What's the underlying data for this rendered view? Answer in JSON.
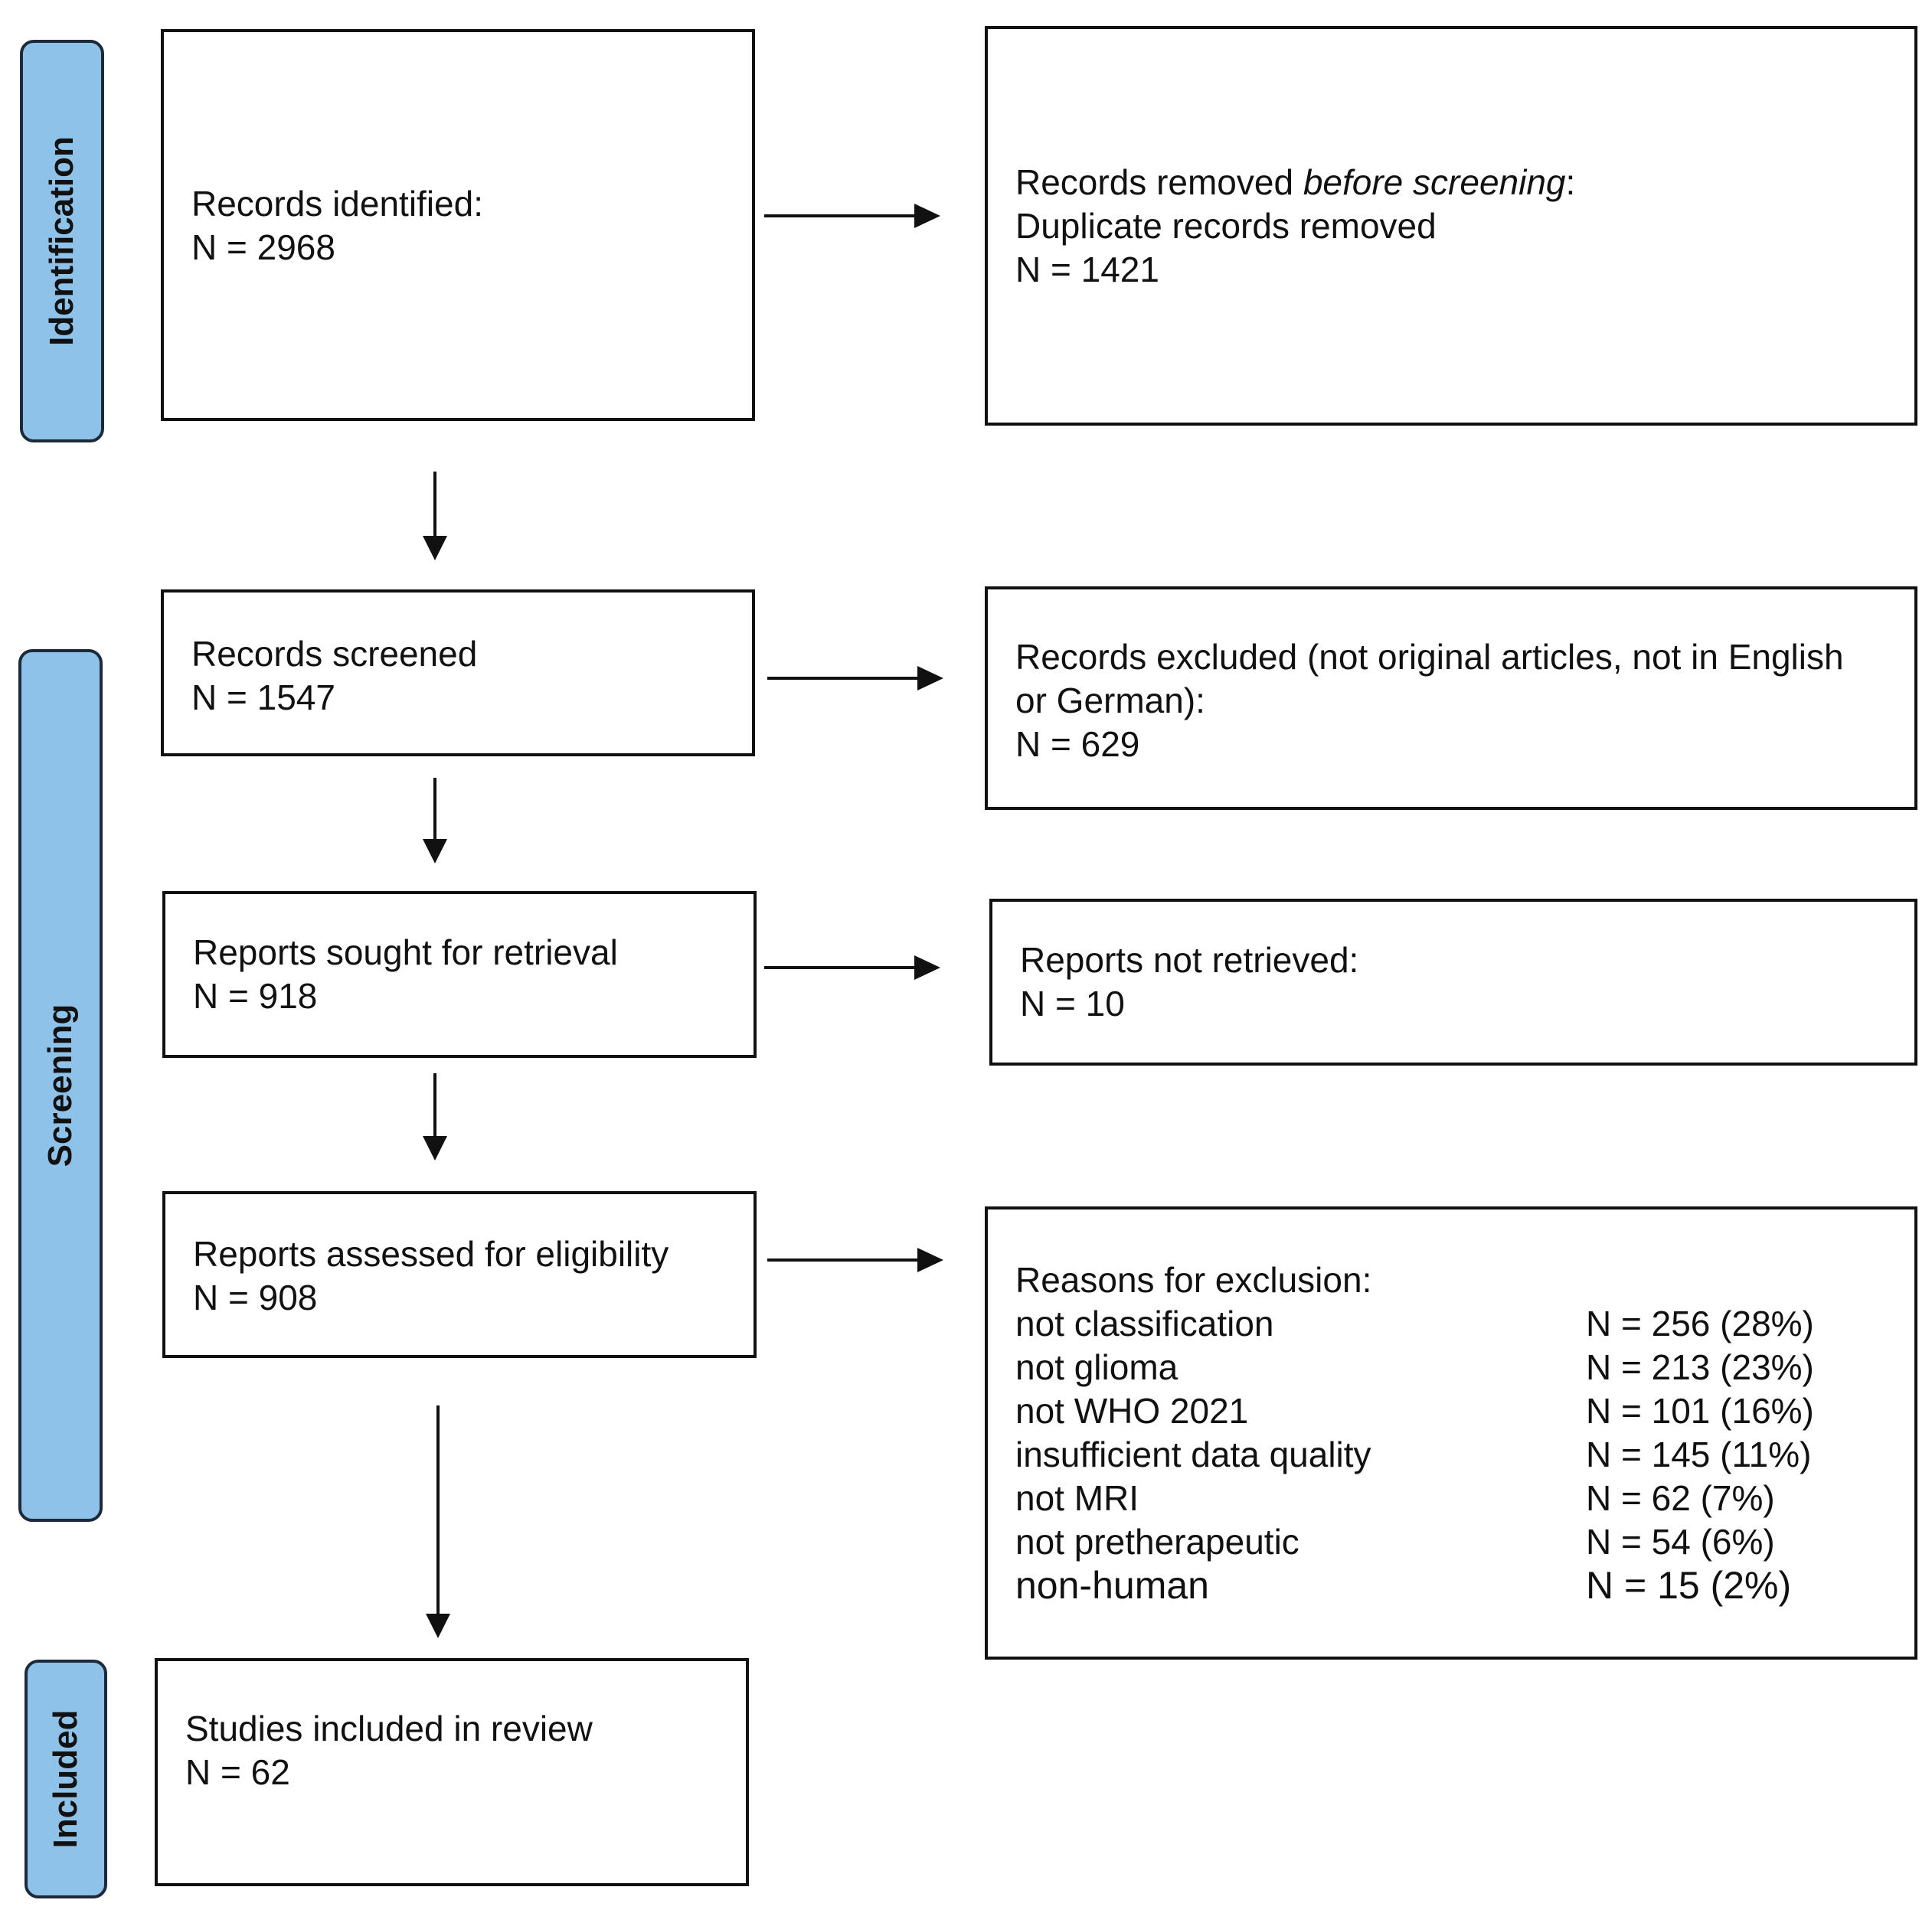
{
  "phases": {
    "identification": "Identification",
    "screening": "Screening",
    "included": "Included"
  },
  "boxes": {
    "identified": {
      "line1": "Records identified:",
      "line2": "N = 2968"
    },
    "removed": {
      "line1_prefix": "Records removed ",
      "line1_italic": "before screening",
      "line1_suffix": ":",
      "line2": "Duplicate records removed",
      "line3": "N = 1421"
    },
    "screened": {
      "line1": "Records screened",
      "line2": "N = 1547"
    },
    "excluded": {
      "line1": "Records excluded (not original articles, not in English",
      "line2": "or German):",
      "line3": "N = 629"
    },
    "sought": {
      "line1": "Reports sought for retrieval",
      "line2": "N = 918"
    },
    "not_retrieved": {
      "line1": "Reports not retrieved:",
      "line2": "N = 10"
    },
    "assessed": {
      "line1": "Reports assessed for eligibility",
      "line2": "N = 908"
    },
    "reasons": {
      "title": "Reasons for exclusion:",
      "items": [
        {
          "label": "not classification",
          "value": "N = 256 (28%)"
        },
        {
          "label": "not glioma",
          "value": "N = 213 (23%)"
        },
        {
          "label": "not WHO 2021",
          "value": "N = 101 (16%)"
        },
        {
          "label": "insufficient data quality",
          "value": "N = 145 (11%)"
        },
        {
          "label": "not MRI",
          "value": "N = 62 (7%)"
        },
        {
          "label": "not pretherapeutic",
          "value": "N = 54 (6%)"
        },
        {
          "label": "non-human",
          "value": "N = 15 (2%)"
        }
      ]
    },
    "included": {
      "line1": "Studies included in review",
      "line2": "N = 62"
    }
  },
  "colors": {
    "phase_fill": "#8fc2e8",
    "phase_border": "#1c2a3a",
    "box_border": "#111111"
  }
}
